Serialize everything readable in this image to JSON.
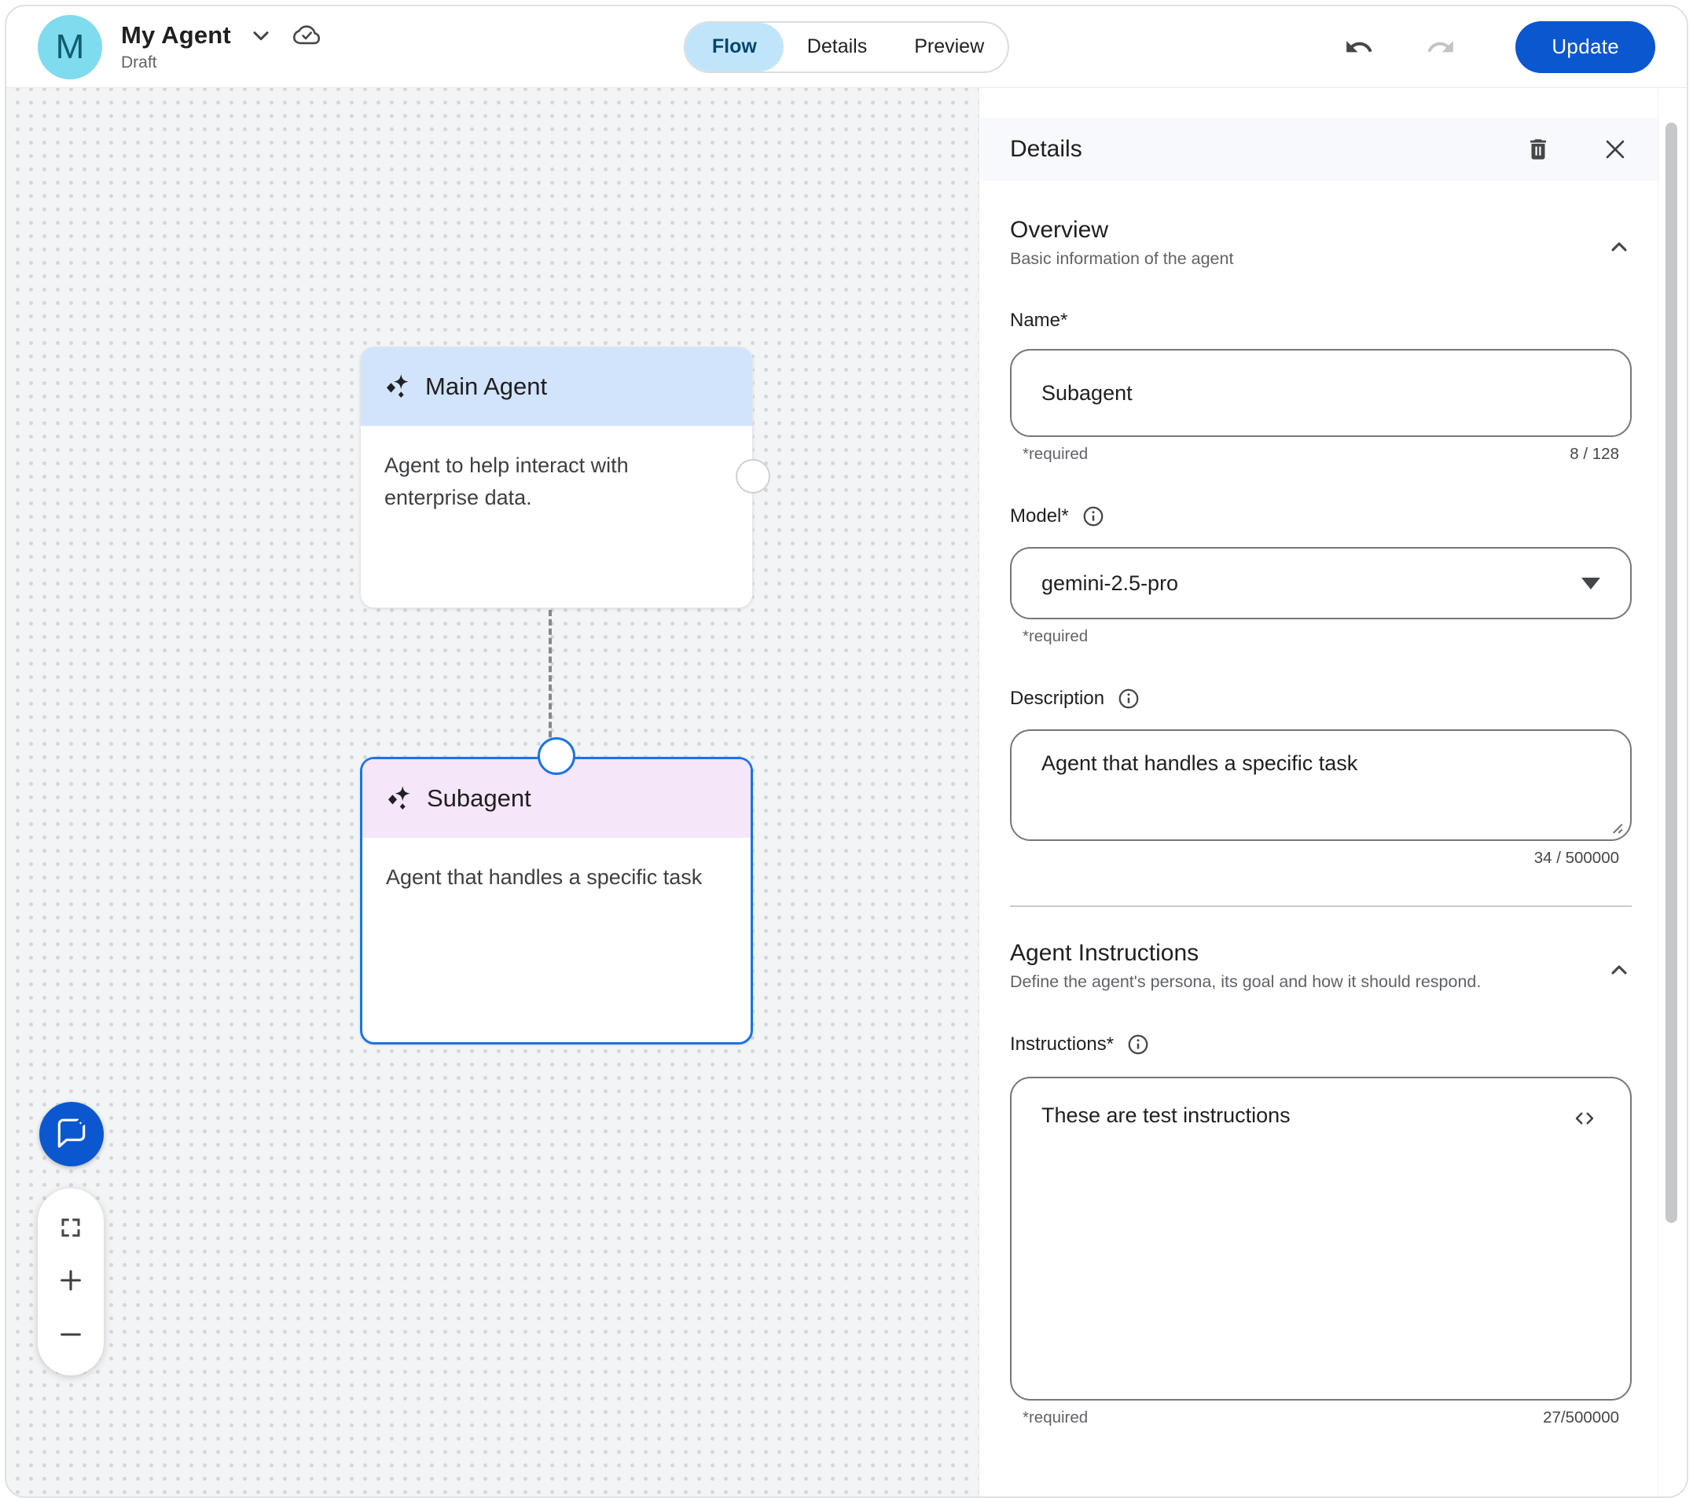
{
  "header": {
    "avatar_letter": "M",
    "title": "My Agent",
    "status": "Draft",
    "tabs": {
      "flow": "Flow",
      "details": "Details",
      "preview": "Preview"
    },
    "update_label": "Update"
  },
  "canvas": {
    "nodes": [
      {
        "title": "Main Agent",
        "description": "Agent to help interact with enterprise data."
      },
      {
        "title": "Subagent",
        "description": "Agent that handles a specific task"
      }
    ]
  },
  "panel": {
    "title": "Details",
    "overview": {
      "heading": "Overview",
      "subheading": "Basic information of the agent",
      "name": {
        "label": "Name*",
        "value": "Subagent",
        "required": "*required",
        "counter": "8 / 128"
      },
      "model": {
        "label": "Model*",
        "value": "gemini-2.5-pro",
        "required": "*required"
      },
      "description": {
        "label": "Description",
        "value": "Agent that handles a specific task",
        "counter": "34 / 500000"
      }
    },
    "instructions": {
      "heading": "Agent Instructions",
      "subheading": "Define the agent's persona, its goal and how it should respond.",
      "field": {
        "label": "Instructions*",
        "value": "These are test instructions",
        "required": "*required",
        "counter": "27/500000"
      }
    }
  },
  "icons": {
    "avatar": "letter-avatar",
    "cloud": "cloud-done-icon",
    "undo": "undo-icon",
    "redo": "redo-icon",
    "delete": "trash-icon",
    "close": "close-icon",
    "info": "info-icon",
    "code": "code-icon",
    "sparkle": "gemini-sparkle-icon",
    "chat": "chat-sparkle-icon"
  },
  "colors": {
    "accent": "#0b57d0",
    "selection": "#1a73e8",
    "tab_active_bg": "#c0e5fb",
    "tab_active_text": "#05466f",
    "node_main_header": "#d2e3fc",
    "node_sub_header": "#f5e6fa",
    "avatar_bg": "#7fdbee",
    "canvas_bg": "#f2f4f5"
  }
}
